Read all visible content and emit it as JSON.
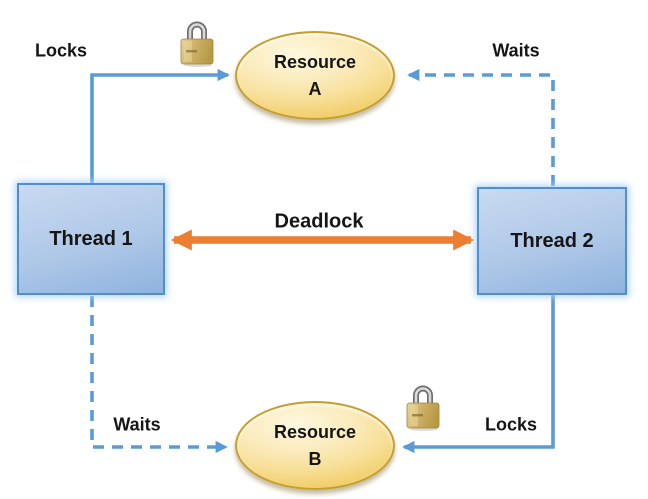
{
  "diagram": {
    "type": "deadlock-diagram",
    "nodes": {
      "thread1": {
        "label": "Thread 1",
        "shape": "rectangle"
      },
      "thread2": {
        "label": "Thread 2",
        "shape": "rectangle"
      },
      "resourceA": {
        "line1": "Resource",
        "line2": "A",
        "shape": "ellipse"
      },
      "resourceB": {
        "line1": "Resource",
        "line2": "B",
        "shape": "ellipse"
      }
    },
    "edges": {
      "t1_locks_a": {
        "label": "Locks",
        "from": "thread1",
        "to": "resourceA",
        "style": "solid"
      },
      "t2_waits_a": {
        "label": "Waits",
        "from": "thread2",
        "to": "resourceA",
        "style": "dashed"
      },
      "t1_waits_b": {
        "label": "Waits",
        "from": "thread1",
        "to": "resourceB",
        "style": "dashed"
      },
      "t2_locks_b": {
        "label": "Locks",
        "from": "thread2",
        "to": "resourceB",
        "style": "solid"
      },
      "deadlock": {
        "label": "Deadlock",
        "from": "thread1",
        "to": "thread2",
        "style": "double-arrow"
      }
    },
    "icons": [
      {
        "name": "padlock-icon-resource-a",
        "meaning": "resource A is locked"
      },
      {
        "name": "padlock-icon-resource-b",
        "meaning": "resource B is locked"
      }
    ],
    "colors": {
      "connector_blue": "#5B9BD5",
      "deadlock_orange": "#ED7D31",
      "box_fill_top": "#C9DAF0",
      "box_fill_bottom": "#8FB3DE",
      "box_border": "#4E8FD0",
      "ellipse_fill": "#FAE6A8",
      "ellipse_border": "#C79E2E",
      "lock_brass": "#C9AC5E",
      "text": "#151515",
      "background": "#FFFFFF"
    }
  }
}
